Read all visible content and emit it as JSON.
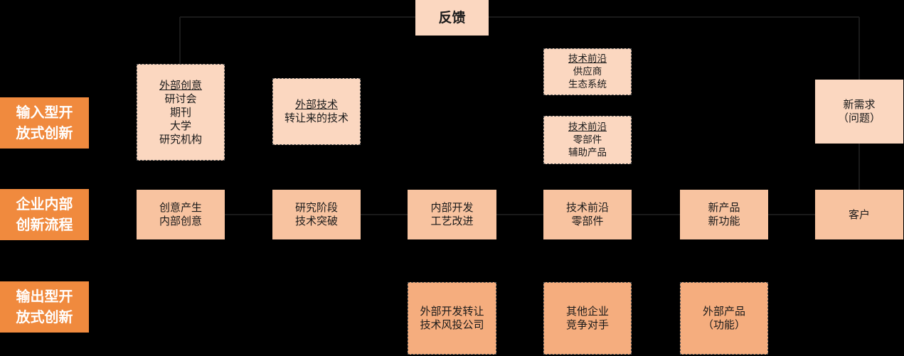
{
  "feedback": "反馈",
  "rows": {
    "input": [
      "输入型开",
      "放式创新"
    ],
    "internal": [
      "企业内部",
      "创新流程"
    ],
    "output": [
      "输出型开",
      "放式创新"
    ]
  },
  "input_boxes": {
    "external_ideas": [
      "外部创意",
      "研讨会",
      "期刊",
      "大学",
      "研究机构"
    ],
    "external_tech": [
      "外部技术",
      "转让来的技术"
    ],
    "frontier_suppliers": [
      "技术前沿",
      "供应商",
      "生态系统"
    ],
    "frontier_components": [
      "技术前沿",
      "零部件",
      "辅助产品"
    ],
    "new_demand": [
      "新需求",
      "（问题）"
    ]
  },
  "process_boxes": {
    "idea": [
      "创意产生",
      "内部创意"
    ],
    "research": [
      "研究阶段",
      "技术突破"
    ],
    "development": [
      "内部开发",
      "工艺改进"
    ],
    "frontier": [
      "技术前沿",
      "零部件"
    ],
    "new_product": [
      "新产品",
      "新功能"
    ],
    "customer": [
      "客户"
    ]
  },
  "output_boxes": {
    "transfer": [
      "外部开发转让",
      "技术风投公司"
    ],
    "competitors": [
      "其他企业",
      "竞争对手"
    ],
    "external_product": [
      "外部产品",
      "（功能）"
    ]
  }
}
